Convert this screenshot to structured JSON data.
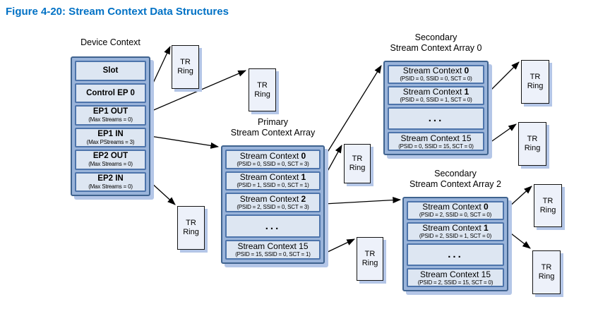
{
  "title": "Figure 4-20: Stream Context Data Structures",
  "colors": {
    "title_blue": "#0071c5",
    "container_fill": "#9ab4da",
    "container_border": "#3f638f",
    "row_fill": "#dde6f2",
    "row_border": "#4d74ab",
    "shadow": "#b4c6e7",
    "tr_ring_fill": "#edf1fa",
    "arrow": "#000000"
  },
  "tr_ring": {
    "line1": "TR",
    "line2": "Ring"
  },
  "device_context": {
    "label": "Device Context",
    "rows": [
      {
        "main": "Slot"
      },
      {
        "main": "Control EP 0"
      },
      {
        "main": "EP1 OUT",
        "sub": "(Max Streams = 0)"
      },
      {
        "main": "EP1 IN",
        "sub": "(Max PStreams = 3)"
      },
      {
        "main": "EP2 OUT",
        "sub": "(Max Streams = 0)"
      },
      {
        "main": "EP2 IN",
        "sub": "(Max Streams = 0)"
      }
    ]
  },
  "primary_array": {
    "label1": "Primary",
    "label2": "Stream Context Array",
    "rows": [
      {
        "main": "Stream Context",
        "num": "0",
        "num_bold": true,
        "sub": "(PSID = 0, SSID = 0, SCT = 3)"
      },
      {
        "main": "Stream Context",
        "num": "1",
        "num_bold": true,
        "sub": "(PSID = 1, SSID = 0, SCT = 1)"
      },
      {
        "main": "Stream Context",
        "num": "2",
        "num_bold": true,
        "sub": "(PSID = 2, SSID = 0, SCT = 3)"
      },
      {
        "dots": "..."
      },
      {
        "main": "Stream Context",
        "num": "15",
        "num_bold": false,
        "sub": "(PSID = 15, SSID = 0, SCT = 1)"
      }
    ]
  },
  "secondary_array_0": {
    "label1": "Secondary",
    "label2": "Stream Context Array 0",
    "rows": [
      {
        "main": "Stream Context",
        "num": "0",
        "num_bold": true,
        "sub": "(PSID = 0, SSID = 0, SCT = 0)"
      },
      {
        "main": "Stream Context",
        "num": "1",
        "num_bold": true,
        "sub": "(PSID = 0, SSID = 1, SCT = 0)"
      },
      {
        "dots": "..."
      },
      {
        "main": "Stream Context",
        "num": "15",
        "num_bold": false,
        "sub": "(PSID = 0, SSID = 15, SCT = 0)"
      }
    ]
  },
  "secondary_array_2": {
    "label1": "Secondary",
    "label2": "Stream Context Array 2",
    "rows": [
      {
        "main": "Stream Context",
        "num": "0",
        "num_bold": true,
        "sub": "(PSID = 2, SSID = 0, SCT = 0)"
      },
      {
        "main": "Stream Context",
        "num": "1",
        "num_bold": true,
        "sub": "(PSID = 2, SSID = 1, SCT = 0)"
      },
      {
        "dots": "..."
      },
      {
        "main": "Stream Context",
        "num": "15",
        "num_bold": false,
        "sub": "(PSID = 2, SSID = 15, SCT = 0)"
      }
    ]
  }
}
